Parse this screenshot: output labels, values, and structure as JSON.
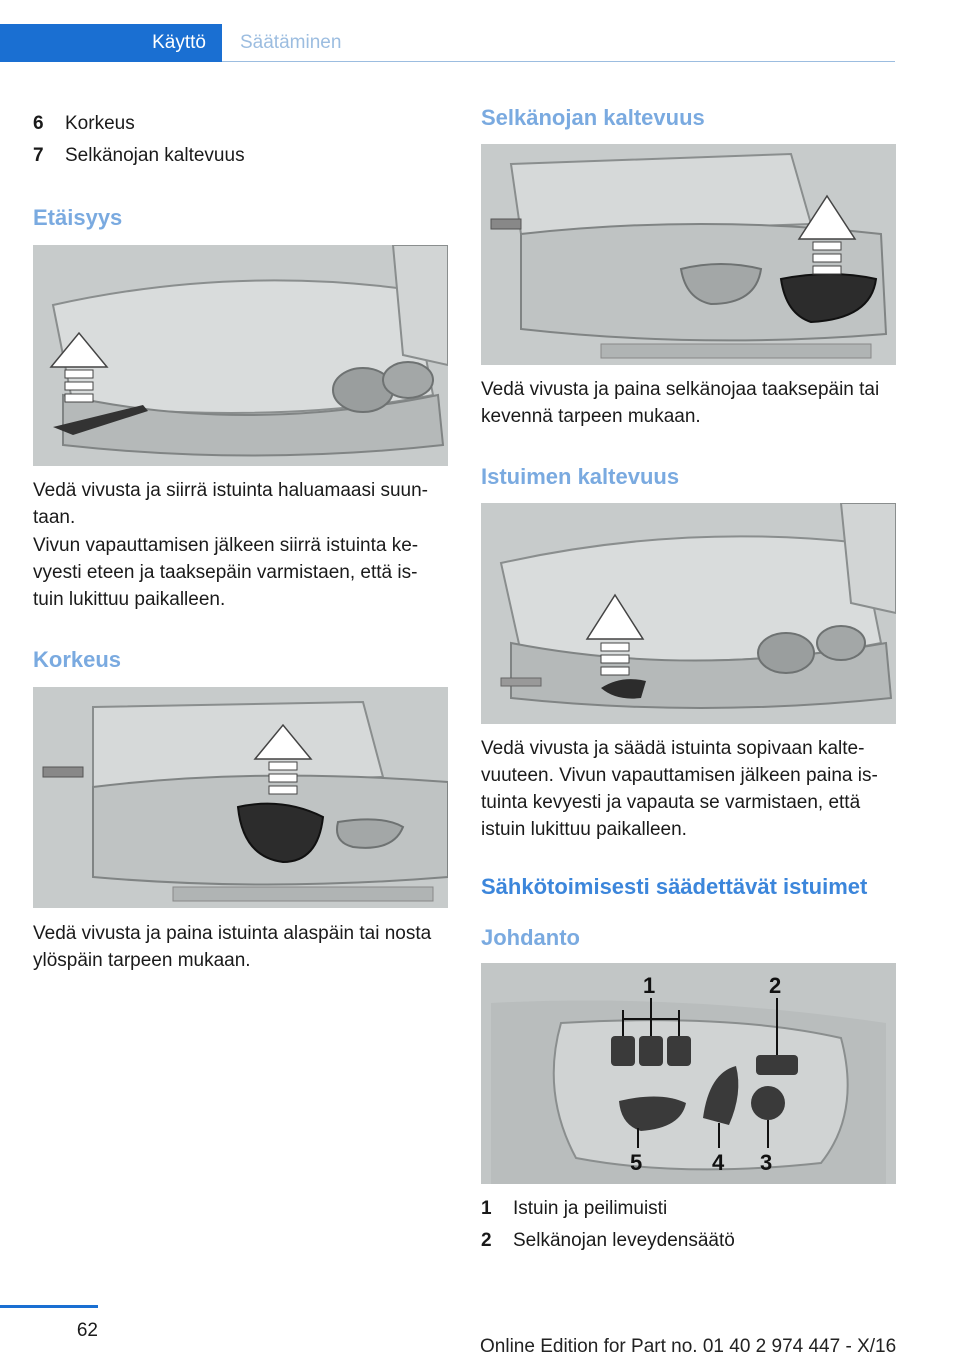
{
  "header": {
    "tab_active": "Käyttö",
    "tab_inactive": "Säätäminen"
  },
  "left": {
    "list": [
      {
        "num": "6",
        "label": "Korkeus"
      },
      {
        "num": "7",
        "label": "Selkänojan kaltevuus"
      }
    ],
    "h_distance": "Etäisyys",
    "p_distance_1": "Vedä vivusta ja siirrä istuinta haluamaasi suun‐ taan.",
    "p_distance_2": "Vivun vapauttamisen jälkeen siirrä istuinta ke‐ vyesti eteen ja taaksepäin varmistaen, että is‐ tuin lukittuu paikalleen.",
    "h_height": "Korkeus",
    "p_height": "Vedä vivusta ja paina istuinta alaspäin tai nosta ylöspäin tarpeen mukaan."
  },
  "right": {
    "h_backrest": "Selkänojan kaltevuus",
    "p_backrest": "Vedä vivusta ja paina selkänojaa taaksepäin tai kevennä tarpeen mukaan.",
    "h_seat_tilt": "Istuimen kaltevuus",
    "p_seat_tilt": "Vedä vivusta ja säädä istuinta sopivaan kalte‐ vuuteen. Vivun vapauttamisen jälkeen paina is‐ tuinta kevyesti ja vapauta se varmistaen, että istuin lukittuu paikalleen.",
    "h_electric": "Sähkötoimisesti säädettävät istuimet",
    "h_intro": "Johdanto",
    "callouts": [
      "1",
      "2",
      "3",
      "4",
      "5"
    ],
    "list": [
      {
        "num": "1",
        "label": "Istuin ja peilimuisti"
      },
      {
        "num": "2",
        "label": "Selkänojan leveydensäätö"
      }
    ]
  },
  "footer": {
    "page": "62",
    "text": "Online Edition for Part no. 01 40 2 974 447 - X/16"
  }
}
